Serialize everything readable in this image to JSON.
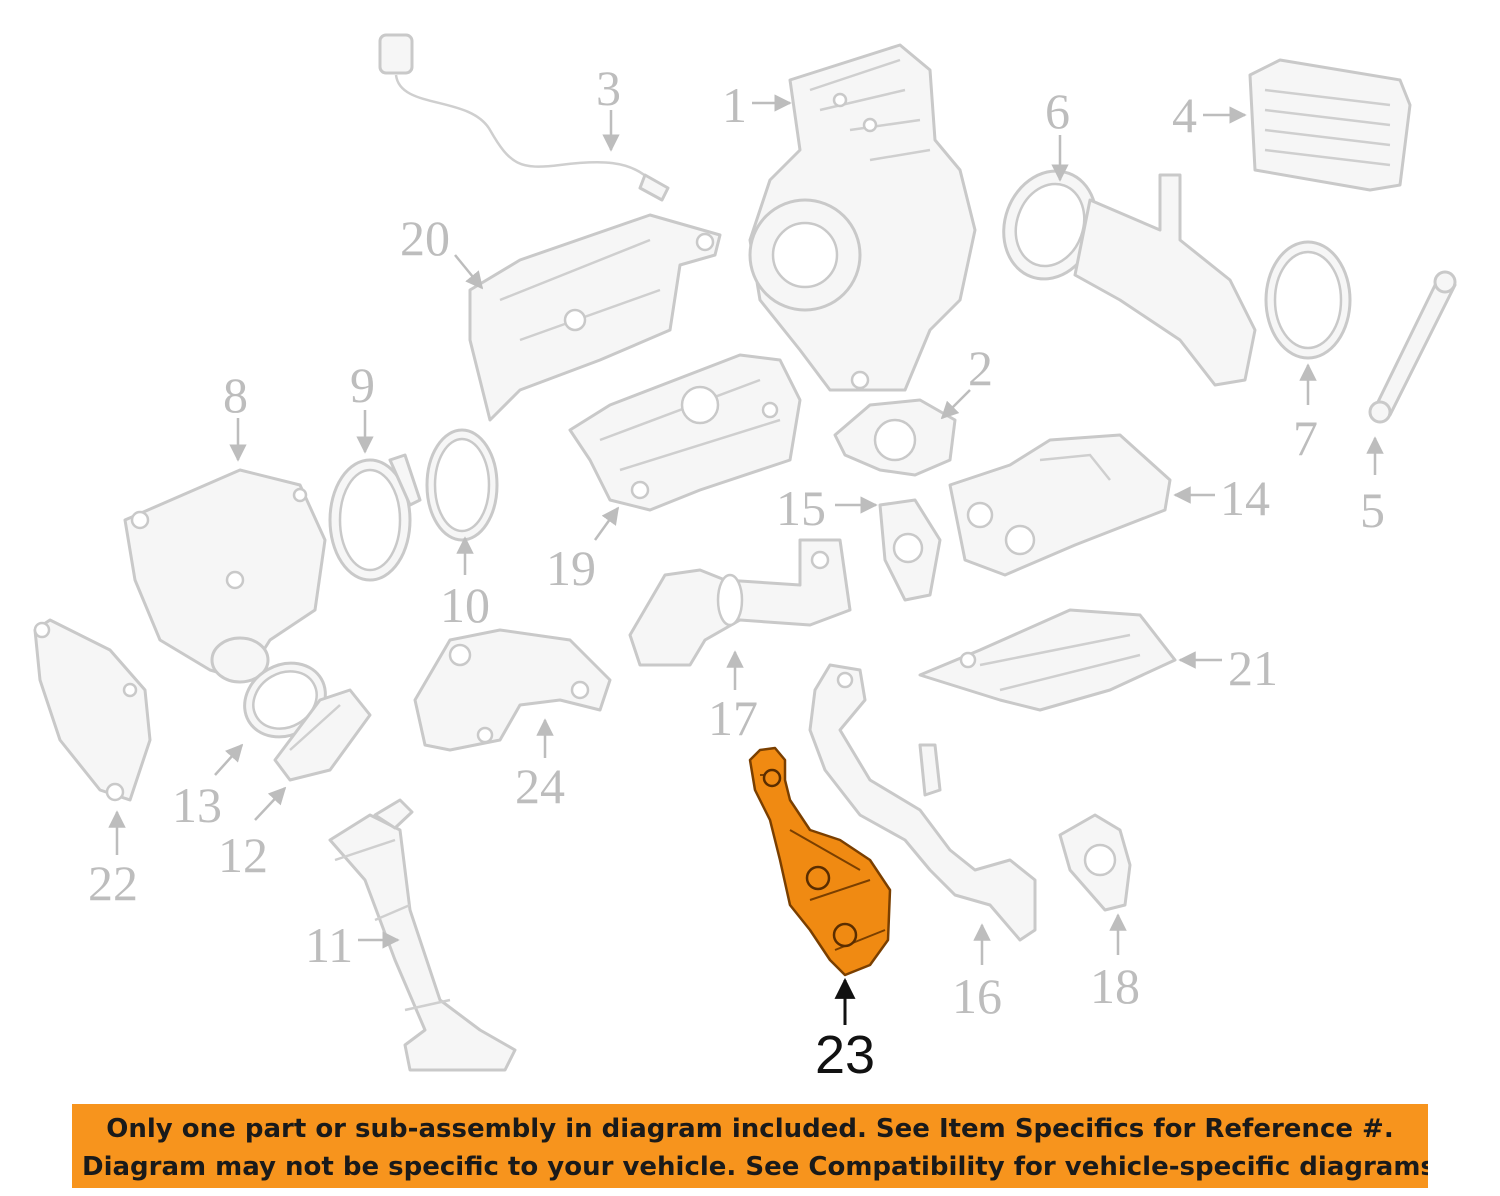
{
  "diagram": {
    "callouts": [
      {
        "id": "1",
        "label": "1"
      },
      {
        "id": "2",
        "label": "2"
      },
      {
        "id": "3",
        "label": "3"
      },
      {
        "id": "4",
        "label": "4"
      },
      {
        "id": "5",
        "label": "5"
      },
      {
        "id": "6",
        "label": "6"
      },
      {
        "id": "7",
        "label": "7"
      },
      {
        "id": "8",
        "label": "8"
      },
      {
        "id": "9",
        "label": "9"
      },
      {
        "id": "10",
        "label": "10"
      },
      {
        "id": "11",
        "label": "11"
      },
      {
        "id": "12",
        "label": "12"
      },
      {
        "id": "13",
        "label": "13"
      },
      {
        "id": "14",
        "label": "14"
      },
      {
        "id": "15",
        "label": "15"
      },
      {
        "id": "16",
        "label": "16"
      },
      {
        "id": "17",
        "label": "17"
      },
      {
        "id": "18",
        "label": "18"
      },
      {
        "id": "19",
        "label": "19"
      },
      {
        "id": "20",
        "label": "20"
      },
      {
        "id": "21",
        "label": "21"
      },
      {
        "id": "22",
        "label": "22"
      },
      {
        "id": "23",
        "label": "23"
      },
      {
        "id": "24",
        "label": "24"
      }
    ],
    "highlighted_part": "23",
    "colors": {
      "highlight_fill": "#f08a12",
      "faded_part": "#c9c9c9",
      "notice_background": "#f7941d"
    }
  },
  "notice": {
    "line1": "Only one part or sub-assembly in diagram included. See Item Specifics for Reference #.",
    "line2": "Diagram may not be specific to your vehicle. See Compatibility for vehicle-specific diagrams."
  }
}
